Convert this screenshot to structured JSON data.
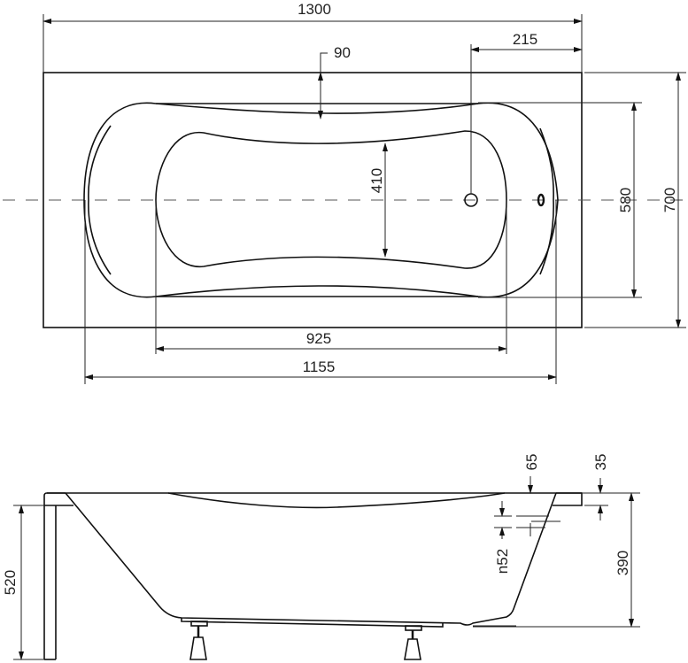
{
  "drawing": {
    "type": "bathtub-technical-drawing",
    "views": [
      "top-view",
      "side-view"
    ],
    "line_color": "#111111",
    "background": "#ffffff"
  },
  "top_view": {
    "dimensions": {
      "overall_length": "1300",
      "drain_offset": "215",
      "rim_width": "90",
      "inner_bottom_width": "410",
      "basin_width": "580",
      "overall_width": "700",
      "inner_bottom_length": "925",
      "basin_length": "1155"
    }
  },
  "side_view": {
    "dimensions": {
      "overall_height": "520",
      "overflow_depth": "65",
      "rim_thickness": "35",
      "overflow_diameter": "n52",
      "tub_depth": "390"
    }
  }
}
